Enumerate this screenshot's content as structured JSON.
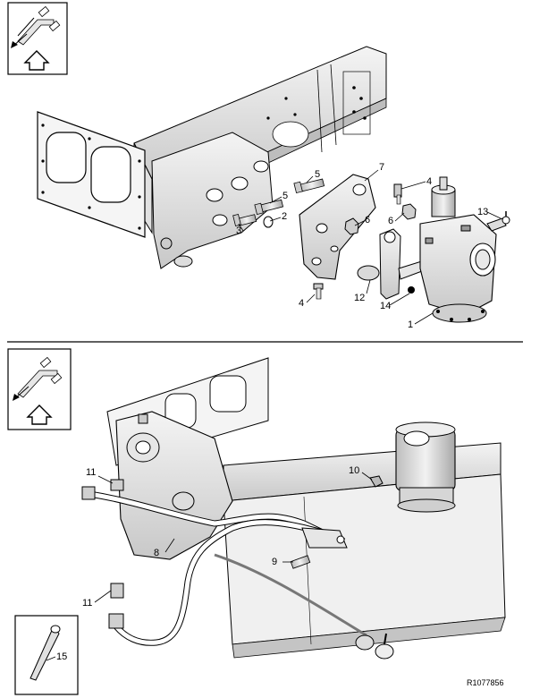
{
  "figure_ref": "R1077856",
  "icons": {
    "top_orientation": "vehicle-direction-arrow-icon",
    "bottom_orientation": "vehicle-direction-arrow-icon",
    "tool": "cable-tie-icon"
  },
  "callouts_top": [
    "7",
    "5",
    "4",
    "5",
    "13",
    "2",
    "3",
    "6",
    "6",
    "4",
    "12",
    "14",
    "1"
  ],
  "callouts_bottom": [
    "11",
    "10",
    "8",
    "9",
    "11",
    "15"
  ],
  "colors": {
    "line": "#000000",
    "shade": "#d9d9d9",
    "background": "#ffffff"
  }
}
